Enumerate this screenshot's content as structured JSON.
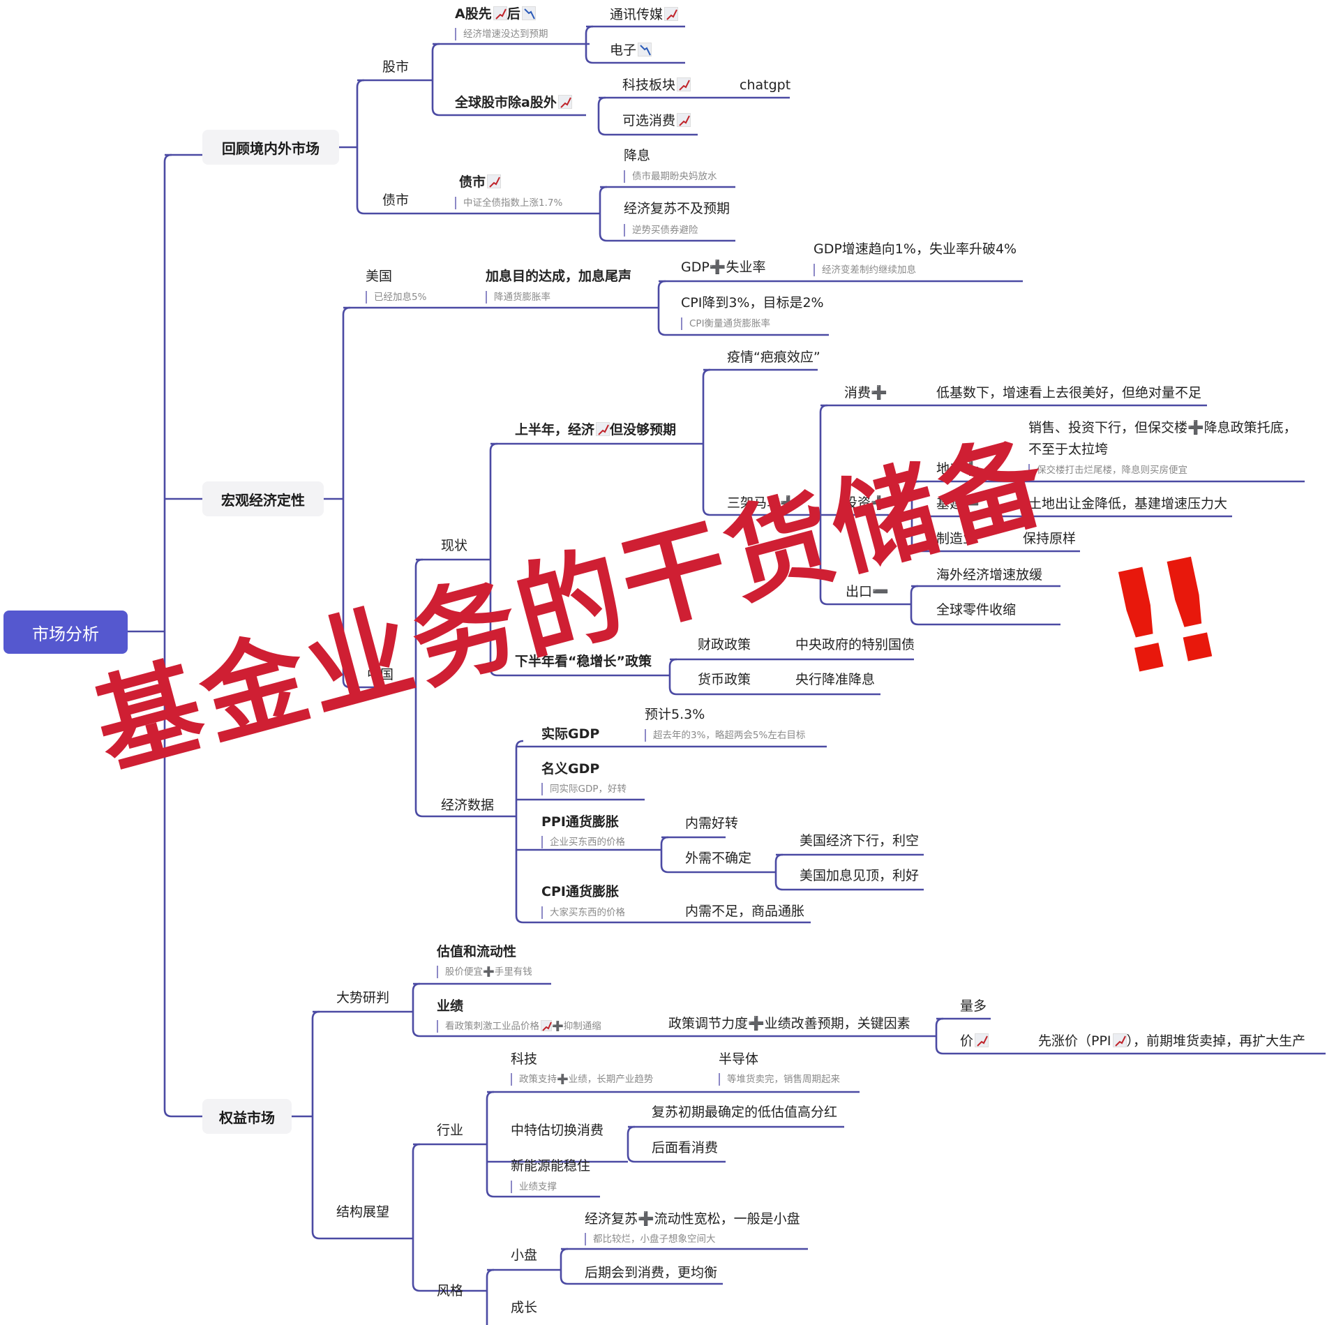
{
  "root": {
    "label": "市场分析"
  },
  "icons": {
    "up": "chart-increasing-icon",
    "down": "chart-decreasing-icon",
    "plus": "➕",
    "minus": "➖"
  },
  "colors": {
    "root": "#5558cf",
    "line": "#4b4aa3",
    "main_bg": "#f3f3f5",
    "watermark": "#cf1f33",
    "bang": "#e8180c"
  },
  "branches": {
    "review": {
      "label": "回顾境内外市场",
      "stock": {
        "label": "股市",
        "a_share": {
          "label_pre": "A股先",
          "label_mid": "后",
          "note": "经济增速没达到预期",
          "children": [
            "通讯传媒",
            "电子"
          ]
        },
        "global": {
          "label": "全球股市除a股外",
          "children": [
            "科技板块",
            "可选消费"
          ],
          "tech_child": "chatgpt"
        }
      },
      "bond": {
        "label": "债市",
        "node": {
          "label": "债市",
          "note": "中证全债指数上涨1.7%"
        },
        "children": [
          {
            "label": "降息",
            "note": "债市最期盼央妈放水"
          },
          {
            "label": "经济复苏不及预期",
            "note": "逆势买债券避险"
          }
        ]
      }
    },
    "macro": {
      "label": "宏观经济定性",
      "us": {
        "label": "美国",
        "note": "已经加息5%",
        "node": {
          "label": "加息目的达成，加息尾声",
          "note": "降通货膨胀率"
        },
        "children": [
          {
            "label": "GDP➕失业率",
            "child": {
              "label": "GDP增速趋向1%，失业率升破4%",
              "note": "经济变差制约继续加息"
            }
          },
          {
            "label": "CPI降到3%，目标是2%",
            "note": "CPI衡量通货膨胀率"
          }
        ]
      },
      "china": {
        "label": "中国",
        "status": {
          "label": "现状",
          "h1": {
            "label_pre": "上半年，经济",
            "label_post": "但没够预期",
            "scar": "疫情“疤痕效应”",
            "troika": {
              "label": "三架马车➕",
              "consume": {
                "label": "消费➕",
                "desc": "低基数下，增速看上去很美好，但绝对量不足"
              },
              "invest": {
                "label": "投资➕",
                "realty": {
                  "label": "地产➕",
                  "desc1": "销售、投资下行，但保交楼➕降息政策托底，",
                  "desc2": "不至于太拉垮",
                  "note": "保交楼打击烂尾楼，降息则买房便宜"
                },
                "infra": {
                  "label": "基建➖",
                  "desc": "土地出让金降低，基建增速压力大"
                },
                "mfg": {
                  "label": "制造业",
                  "desc": "保持原样"
                }
              },
              "export": {
                "label": "出口➖",
                "children": [
                  "海外经济增速放缓",
                  "全球零件收缩"
                ]
              }
            }
          },
          "h2": {
            "label": "下半年看“稳增长”政策",
            "children": [
              {
                "label": "财政政策",
                "desc": "中央政府的特别国债"
              },
              {
                "label": "货币政策",
                "desc": "央行降准降息"
              }
            ]
          }
        },
        "data": {
          "label": "经济数据",
          "real_gdp": {
            "label": "实际GDP",
            "value": "预计5.3%",
            "note": "超去年的3%，略超两会5%左右目标"
          },
          "nominal_gdp": {
            "label": "名义GDP",
            "note": "同实际GDP，好转"
          },
          "ppi": {
            "label": "PPI通货膨胀",
            "note": "企业买东西的价格",
            "children": [
              "内需好转",
              "外需不确定"
            ],
            "external": [
              "美国经济下行，利空",
              "美国加息见顶，利好"
            ]
          },
          "cpi": {
            "label": "CPI通货膨胀",
            "note": "大家买东西的价格",
            "desc": "内需不足，商品通胀"
          }
        }
      }
    },
    "equity": {
      "label": "权益市场",
      "trend": {
        "label": "大势研判",
        "valuation": {
          "label": "估值和流动性",
          "note": "股价便宜➕手里有钱"
        },
        "earnings": {
          "label": "业绩",
          "note_pre": "看政策刺激工业品价格",
          "note_post": "➕抑制通缩",
          "desc": "政策调节力度➕业绩改善预期，关键因素",
          "children": [
            "量多",
            "价"
          ],
          "price_desc_pre": "先涨价（PPI",
          "price_desc_post": "），前期堆货卖掉，再扩大生产"
        }
      },
      "structure": {
        "label": "结构展望",
        "industry": {
          "label": "行业",
          "tech": {
            "label": "科技",
            "note": "政策支持➕业绩，长期产业趋势",
            "child": {
              "label": "半导体",
              "note": "等堆货卖完，销售周期起来"
            }
          },
          "soe": {
            "label": "中特估切换消费",
            "children": [
              "复苏初期最确定的低估值高分红",
              "后面看消费"
            ]
          },
          "ne": {
            "label": "新能源能稳住",
            "note": "业绩支撑"
          }
        },
        "style": {
          "label": "风格",
          "small": {
            "label": "小盘",
            "children": [
              {
                "label": "经济复苏➕流动性宽松，一般是小盘",
                "note": "都比较烂，小盘子想象空间大"
              },
              {
                "label": "后期会到消费，更均衡"
              }
            ]
          },
          "growth": {
            "label": "成长"
          }
        }
      }
    }
  },
  "watermark": {
    "text": "基金业务的干货储备",
    "bang": "!!"
  }
}
